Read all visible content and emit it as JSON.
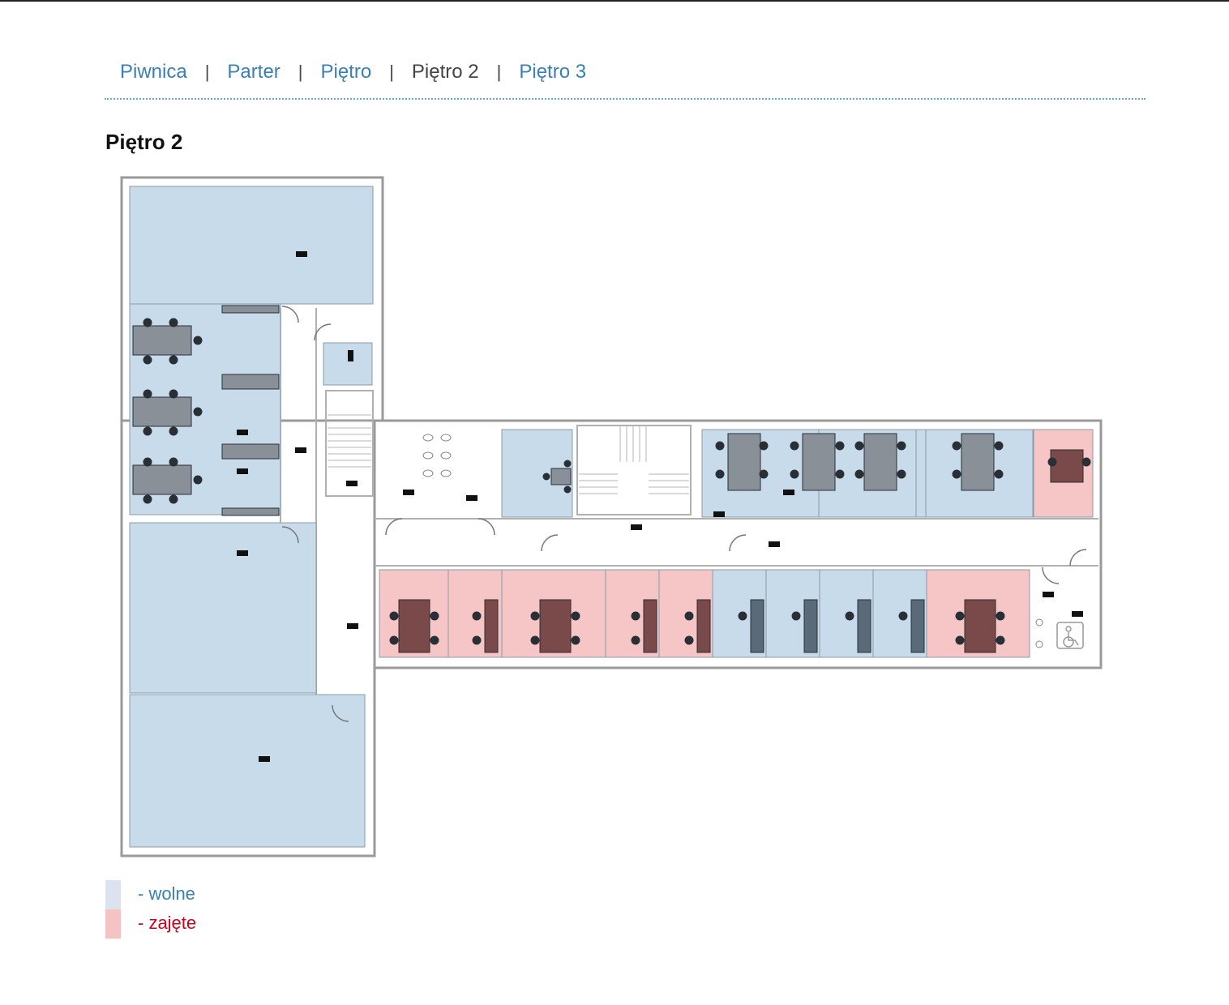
{
  "nav": {
    "items": [
      {
        "label": "Piwnica",
        "current": false
      },
      {
        "label": "Parter",
        "current": false
      },
      {
        "label": "Piętro",
        "current": false
      },
      {
        "label": "Piętro 2",
        "current": true
      },
      {
        "label": "Piętro 3",
        "current": false
      }
    ],
    "separator": "|"
  },
  "page": {
    "title": "Piętro 2"
  },
  "plan": {
    "colors": {
      "free": "#c8dbea",
      "occupied": "#f6c6c6",
      "wall": "#9a9a9a"
    },
    "rooms": [
      {
        "status": "free"
      },
      {
        "status": "free"
      },
      {
        "status": "free"
      },
      {
        "status": "free"
      },
      {
        "status": "free"
      },
      {
        "status": "free"
      },
      {
        "status": "free"
      },
      {
        "status": "free"
      },
      {
        "status": "free"
      },
      {
        "status": "free"
      },
      {
        "status": "occupied"
      },
      {
        "status": "occupied"
      },
      {
        "status": "occupied"
      },
      {
        "status": "occupied"
      },
      {
        "status": "occupied"
      },
      {
        "status": "occupied"
      },
      {
        "status": "free"
      },
      {
        "status": "free"
      },
      {
        "status": "free"
      },
      {
        "status": "free"
      },
      {
        "status": "occupied"
      }
    ]
  },
  "legend": [
    {
      "label": "- wolne",
      "color": "#dce3ef",
      "text_color": "#3a7fb5"
    },
    {
      "label": "- zajęte",
      "color": "#f6c3c3",
      "text_color": "#d0021b"
    }
  ]
}
